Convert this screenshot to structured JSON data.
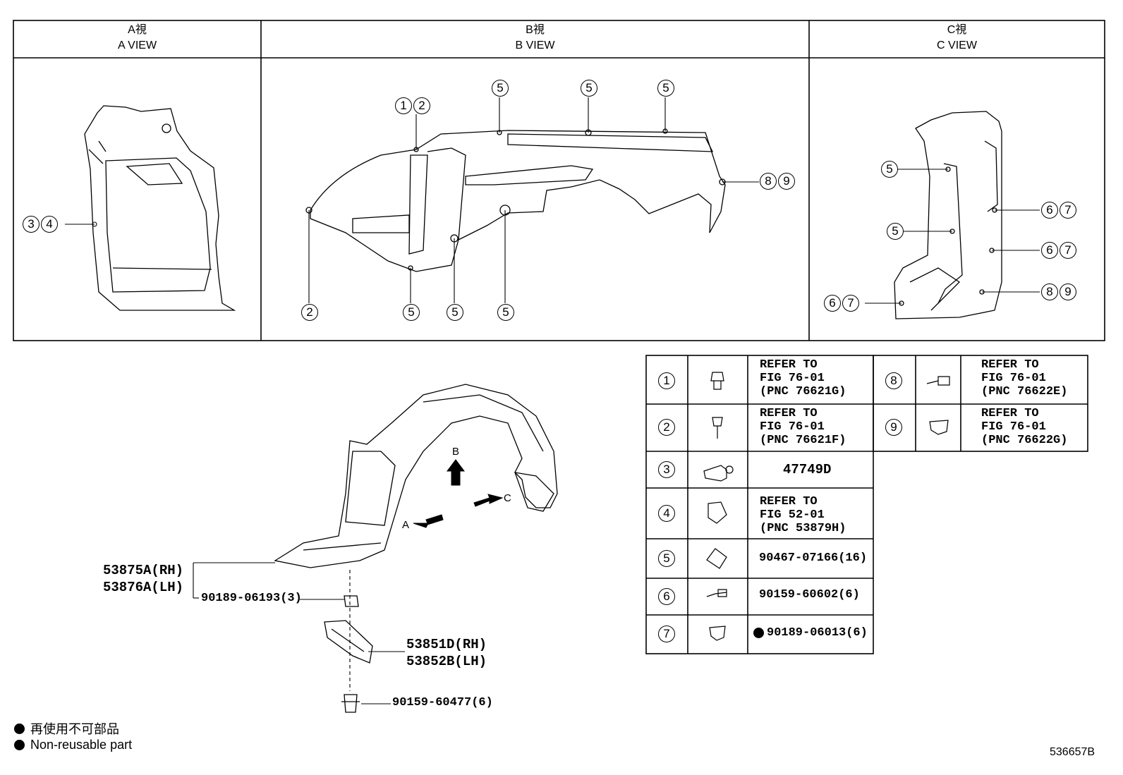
{
  "views": [
    {
      "jp": "A視",
      "en": "A VIEW"
    },
    {
      "jp": "B視",
      "en": "B VIEW"
    },
    {
      "jp": "C視",
      "en": "C VIEW"
    }
  ],
  "callouts": {
    "a_34": [
      "3",
      "4"
    ],
    "b_12": [
      "1",
      "2"
    ],
    "b_5": "5",
    "b_2": "2",
    "b_89": [
      "8",
      "9"
    ],
    "c_5": "5",
    "c_67": [
      "6",
      "7"
    ],
    "c_89": [
      "8",
      "9"
    ]
  },
  "parts": {
    "liner_rh": "53875A(RH)",
    "liner_lh": "53876A(LH)",
    "clip": "90189-06193(3)",
    "seal_rh": "53851D(RH)",
    "seal_lh": "53852B(LH)",
    "screw": "90159-60477(6)"
  },
  "arrows": {
    "a": "A",
    "b": "B",
    "c": "C"
  },
  "table": [
    {
      "no": "1",
      "icon": "clip-nut-icon",
      "text": "REFER TO\nFIG 76-01\n(PNC 76621G)"
    },
    {
      "no": "2",
      "icon": "screw-icon",
      "text": "REFER TO\nFIG 76-01\n(PNC 76621F)"
    },
    {
      "no": "3",
      "icon": "bolt-icon",
      "text": "47749D"
    },
    {
      "no": "4",
      "icon": "nut-icon",
      "text": "REFER TO\nFIG 52-01\n(PNC 53879H)"
    },
    {
      "no": "5",
      "icon": "clip-icon",
      "text": "90467-07166(16)"
    },
    {
      "no": "6",
      "icon": "screw-icon",
      "text": "90159-60602(6)"
    },
    {
      "no": "7",
      "icon": "push-clip-icon",
      "text": "90189-06013(6)",
      "nonreusable": true
    },
    {
      "no": "8",
      "icon": "screw-icon",
      "text": "REFER TO\nFIG 76-01\n(PNC 76622E)"
    },
    {
      "no": "9",
      "icon": "push-clip-icon",
      "text": "REFER TO\nFIG 76-01\n(PNC 76622G)"
    }
  ],
  "notes": {
    "jp": "再使用不可部品",
    "en": "Non-reusable part"
  },
  "figure_id": "536657B"
}
